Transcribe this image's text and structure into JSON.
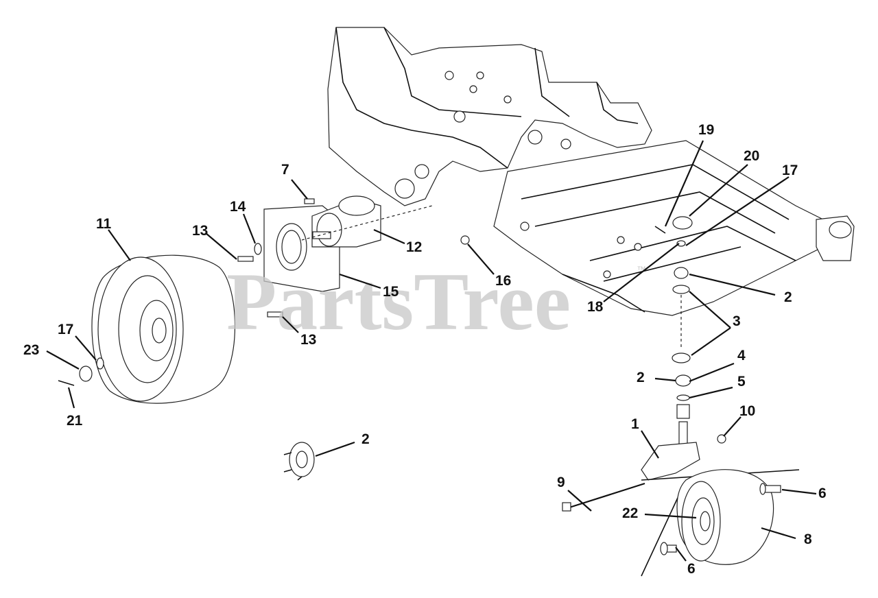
{
  "watermark": {
    "text": "PartsTree",
    "tm": "™"
  },
  "callouts": {
    "c1": "1",
    "c2a": "2",
    "c2b": "2",
    "c2c": "2",
    "c3": "3",
    "c4": "4",
    "c5": "5",
    "c6a": "6",
    "c6b": "6",
    "c7": "7",
    "c8": "8",
    "c9": "9",
    "c10": "10",
    "c11": "11",
    "c12": "12",
    "c13a": "13",
    "c13b": "13",
    "c14": "14",
    "c15": "15",
    "c16": "16",
    "c17a": "17",
    "c17b": "17",
    "c18": "18",
    "c19": "19",
    "c20": "20",
    "c21": "21",
    "c22": "22",
    "c23": "23"
  }
}
